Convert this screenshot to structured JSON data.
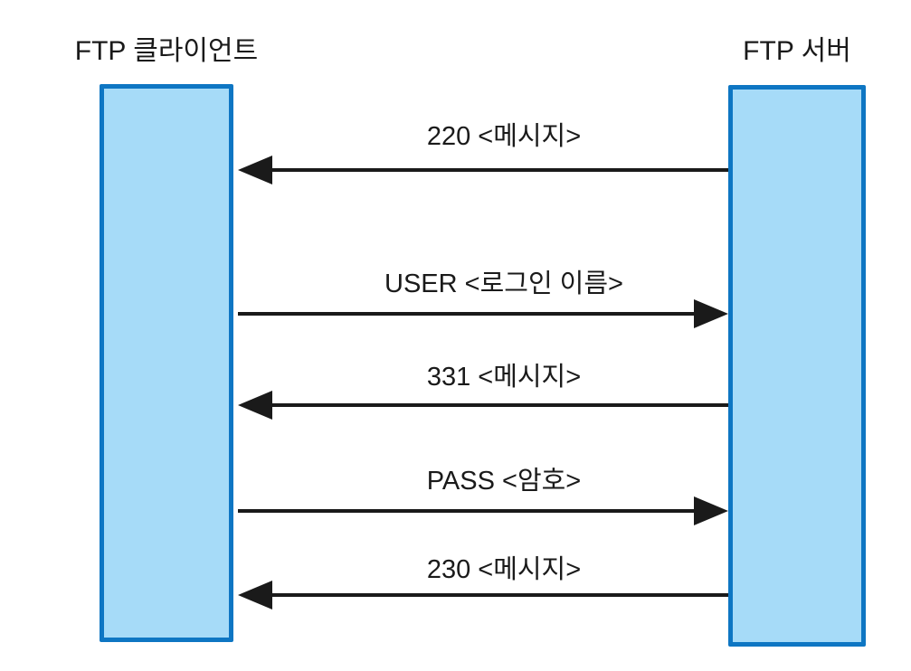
{
  "diagram": {
    "type": "sequence",
    "topic": "FTP login / authentication message exchange",
    "colors": {
      "actor_border": "#0e76c3",
      "actor_fill": "#a6dbf8",
      "arrow": "#1a1a1a",
      "text": "#1a1a1a",
      "background": "#ffffff"
    },
    "actors": [
      {
        "id": "client",
        "label": "FTP 클라이언트"
      },
      {
        "id": "server",
        "label": "FTP 서버"
      }
    ],
    "messages": [
      {
        "label": "220 <메시지>",
        "from": "server",
        "to": "client",
        "direction": "left"
      },
      {
        "label": "USER <로그인 이름>",
        "from": "client",
        "to": "server",
        "direction": "right"
      },
      {
        "label": "331 <메시지>",
        "from": "server",
        "to": "client",
        "direction": "left"
      },
      {
        "label": "PASS <암호>",
        "from": "client",
        "to": "server",
        "direction": "right"
      },
      {
        "label": "230 <메시지>",
        "from": "server",
        "to": "client",
        "direction": "left"
      }
    ]
  }
}
